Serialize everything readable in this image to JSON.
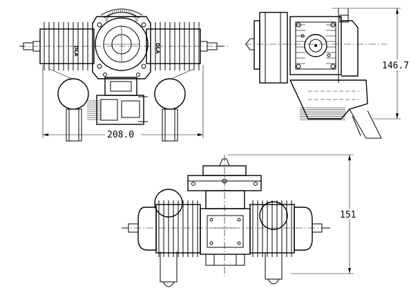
{
  "dimensions": {
    "front_width": "208.0",
    "side_height": "146.7",
    "top_height": "151"
  },
  "engine_markings": {
    "left_cylinder": "DLA",
    "right_cylinder": "DLA"
  }
}
